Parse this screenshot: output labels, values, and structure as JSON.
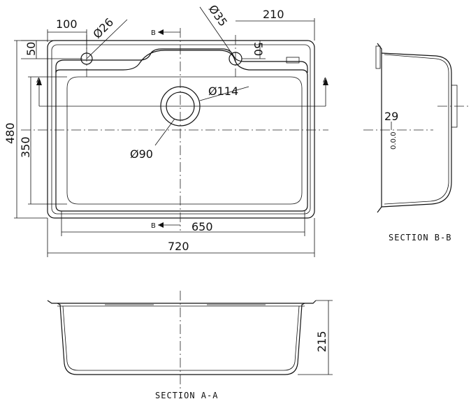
{
  "dimensions": {
    "d_100": "100",
    "d_dia26": "Ø26",
    "d_dia35": "Ø35",
    "d_210": "210",
    "d_50_left": "50",
    "d_50_right": "50",
    "d_480": "480",
    "d_350": "350",
    "d_dia114": "Ø114",
    "d_dia90": "Ø90",
    "d_650": "650",
    "d_720": "720",
    "d_29": "29",
    "d_215": "215"
  },
  "section_marks": {
    "b_top": "B",
    "b_bottom": "B",
    "a_left": "A",
    "a_right": "A"
  },
  "labels": {
    "section_bb": "SECTION B-B",
    "section_aa": "SECTION A-A",
    "vertical_code": "0.0.0"
  },
  "colors": {
    "line": "#111111",
    "background": "#ffffff"
  }
}
